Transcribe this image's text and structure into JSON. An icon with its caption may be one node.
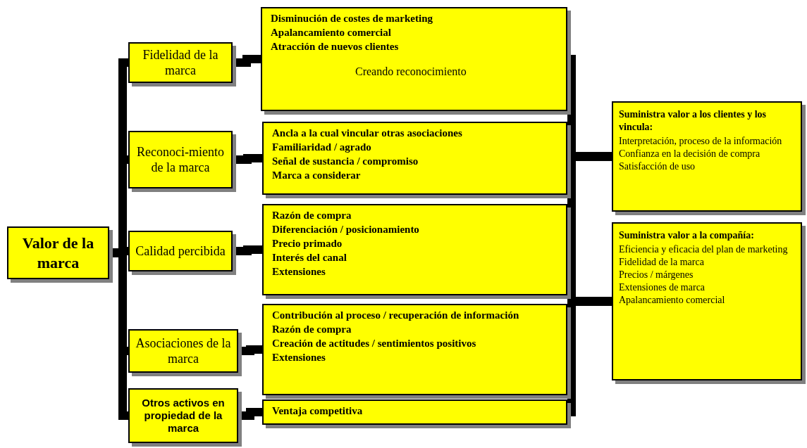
{
  "diagram": {
    "nodes": [
      {
        "text": [
          "Valor de la marca"
        ]
      },
      {
        "text": [
          "Fidelidad de la marca"
        ]
      },
      {
        "text": [
          "Reconoci-miento de la marca"
        ]
      },
      {
        "text": [
          "Calidad percibida"
        ]
      },
      {
        "text": [
          "Asociaciones de la marca"
        ]
      },
      {
        "text": [
          "Otros activos en propiedad de la marca"
        ]
      },
      {
        "text": [
          "Disminución de costes de marketing",
          "Apalancamiento comercial",
          "Atracción de nuevos clientes",
          "Creando reconocimiento"
        ]
      },
      {
        "text": [
          "Ancla a la cual vincular otras asociaciones",
          "Familiaridad / agrado",
          "Señal de sustancia / compromiso",
          "Marca a considerar"
        ]
      },
      {
        "text": [
          "Razón de compra",
          "Diferenciación / posicionamiento",
          "Precio primado",
          "Interés del canal",
          "Extensiones"
        ]
      },
      {
        "text": [
          "Contribución al proceso / recuperación de información",
          "Razón de compra",
          "Creación de actitudes / sentimientos positivos",
          "Extensiones"
        ]
      },
      {
        "text": [
          "Ventaja competitiva"
        ]
      },
      {
        "text": [
          "Suministra valor a los clientes y los vincula:",
          "Interpretación, proceso de la información",
          "Confianza en la decisión de compra",
          "Satisfacción de uso"
        ]
      },
      {
        "text": [
          "Suministra valor a la compañía:",
          "Eficiencia y eficacia del plan de marketing",
          "Fidelidad de la marca",
          "Precios / márgenes",
          "Extensiones de marca",
          "Apalancamiento comercial"
        ]
      }
    ],
    "edges": [
      {
        "from": 0,
        "to": 1,
        "arrow": "none"
      },
      {
        "from": 0,
        "to": 2,
        "arrow": "none"
      },
      {
        "from": 0,
        "to": 3,
        "arrow": "none"
      },
      {
        "from": 0,
        "to": 4,
        "arrow": "none"
      },
      {
        "from": 0,
        "to": 5,
        "arrow": "none"
      },
      {
        "from": 1,
        "to": 6,
        "arrow": "none"
      },
      {
        "from": 2,
        "to": 7,
        "arrow": "none"
      },
      {
        "from": 3,
        "to": 8,
        "arrow": "none"
      },
      {
        "from": 4,
        "to": 9,
        "arrow": "none"
      },
      {
        "from": 5,
        "to": 10,
        "arrow": "none"
      },
      {
        "from": 6,
        "to": 11,
        "arrow": "none"
      },
      {
        "from": 7,
        "to": 11,
        "arrow": "none"
      },
      {
        "from": 8,
        "to": 11,
        "arrow": "none"
      },
      {
        "from": 9,
        "to": 11,
        "arrow": "none"
      },
      {
        "from": 10,
        "to": 11,
        "arrow": "none"
      },
      {
        "from": 6,
        "to": 12,
        "arrow": "none"
      },
      {
        "from": 7,
        "to": 12,
        "arrow": "none"
      },
      {
        "from": 8,
        "to": 12,
        "arrow": "none"
      },
      {
        "from": 9,
        "to": 12,
        "arrow": "none"
      },
      {
        "from": 10,
        "to": 12,
        "arrow": "none"
      }
    ]
  }
}
